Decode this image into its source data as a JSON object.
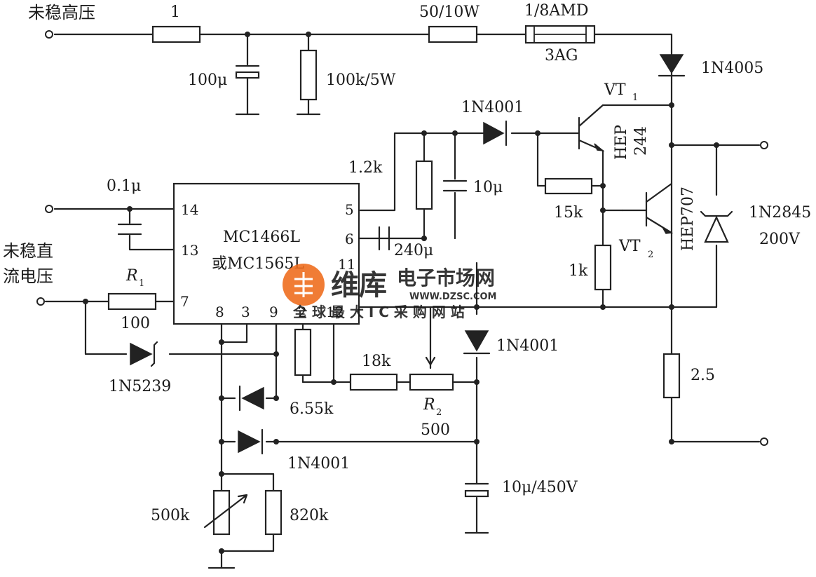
{
  "labels": {
    "in_high": "未稳高压",
    "r_1": "1",
    "r_50": "50/10W",
    "fuse_rating": "1/8AMD",
    "fuse_type": "3AG",
    "d_1n4005": "1N4005",
    "c_100u": "100μ",
    "r_100k": "100k/5W",
    "vt1": "VT",
    "vt1_sub": "1",
    "vt1_part": "HEP",
    "vt1_num": "244",
    "d_1n4001_top": "1N4001",
    "r_1_2k": "1.2k",
    "c_10u": "10μ",
    "r_15k": "15k",
    "vt2_part": "HEP707",
    "zener_out": "1N2845",
    "zener_out_v": "200V",
    "c_01u": "0.1μ",
    "ic_name1": "MC1466L",
    "ic_name2": "或MC1565L",
    "pin14": "14",
    "pin13": "13",
    "pin5": "5",
    "pin6": "6",
    "pin11": "11",
    "pin7": "7",
    "pin8": "8",
    "pin3": "3",
    "pin9": "9",
    "pin2": "2",
    "pin12": "12",
    "c_240p": "240μ",
    "vt2": "VT",
    "vt2_sub": "2",
    "r_1k": "1k",
    "in_dc1": "未稳直",
    "in_dc2": "流电压",
    "r1": "R",
    "r1_sub": "1",
    "r1_val": "100",
    "zener_in": "1N5239",
    "d_1n4001_mid": "1N4001",
    "r_18k": "18k",
    "r_655k": "6.55k",
    "r2": "R",
    "r2_sub": "2",
    "r2_val": "500",
    "r_2_5": "2.5",
    "d_1n4001_bot": "1N4001",
    "c_10u_450": "10μ/450V",
    "vr_500k": "500k",
    "r_820k": "820k"
  },
  "watermark": {
    "brand": "维库",
    "tagline": "电子市场网",
    "url": "WWW.DZSC.COM",
    "slogan": "全 球 最 大 I C 采 购 网 站",
    "color": "#ef6a1a"
  }
}
